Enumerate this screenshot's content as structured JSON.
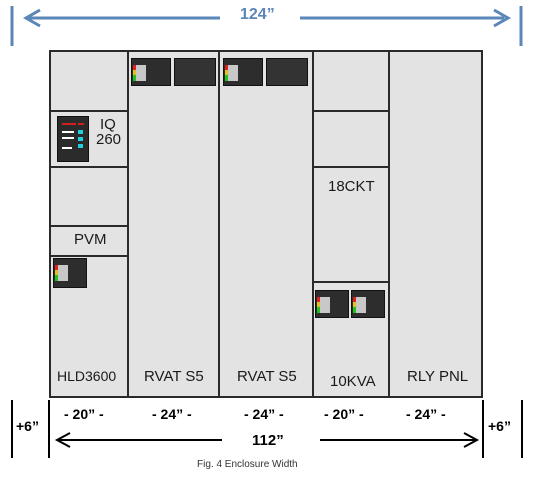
{
  "dimensions": {
    "top_width": "124”",
    "bottom_width": "112”",
    "left_extra": "+6”",
    "right_extra": "+6”",
    "sections": [
      "- 20” -",
      "- 24” -",
      "- 24” -",
      "- 20” -",
      "- 24” -"
    ]
  },
  "panels": {
    "iq_label_1": "IQ",
    "iq_label_2": "260",
    "pvm": "PVM",
    "hld": "HLD3600",
    "rvat1": "RVAT S5",
    "rvat2": "RVAT S5",
    "ckt": "18CKT",
    "kva": "10KVA",
    "rly": "RLY PNL"
  },
  "caption": "Fig. 4 Enclosure Width",
  "colors": {
    "top_dimension": "#5b86b8",
    "panel_fill": "#e3e3e3",
    "device": "#2d2d2d"
  }
}
